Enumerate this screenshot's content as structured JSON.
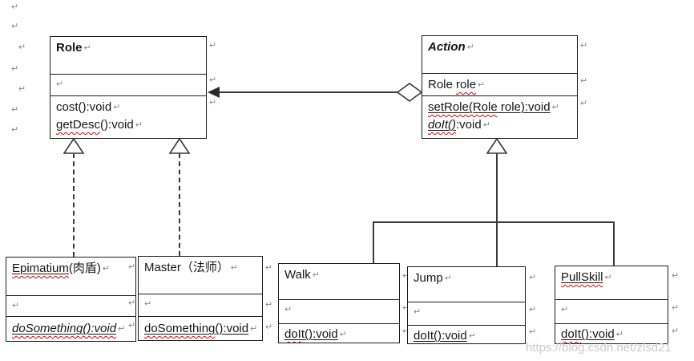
{
  "colors": {
    "squiggle": "#e00000",
    "line": "#3a3a3a",
    "border": "#1c1c1c",
    "watermark": "#c9c9c9"
  },
  "marks": {
    "pilcrow": "↵"
  },
  "watermark": {
    "text": "https://blog.csdn.net/zlsd21"
  },
  "role": {
    "title": "Role",
    "m1": "cost():void",
    "m2_wavy": "getDesc",
    "m2_rest": "():void"
  },
  "action": {
    "title": "Action",
    "attr_plain": "Role ",
    "attr_wavy": "role",
    "m1_wavy": "setRole(Role",
    "m1_rest": " role):void",
    "m2_wavy": "doIt()",
    "m2_rest": ":void"
  },
  "epimatium": {
    "title_wavy": "Epimatium",
    "title_rest": "(肉盾)",
    "method": "doSomething():void"
  },
  "master": {
    "title": "Master（法师）",
    "m_wavy": "doSomething",
    "m_rest": "():void"
  },
  "walk": {
    "title": "Walk",
    "m_wavy": "doIt",
    "m_rest": "():void"
  },
  "jump": {
    "title": "Jump",
    "m_wavy": "doIt",
    "m_rest": "():void"
  },
  "pullskill": {
    "title_wavy": "PullSkill",
    "m_wavy": "doIt",
    "m_rest": "():void"
  }
}
